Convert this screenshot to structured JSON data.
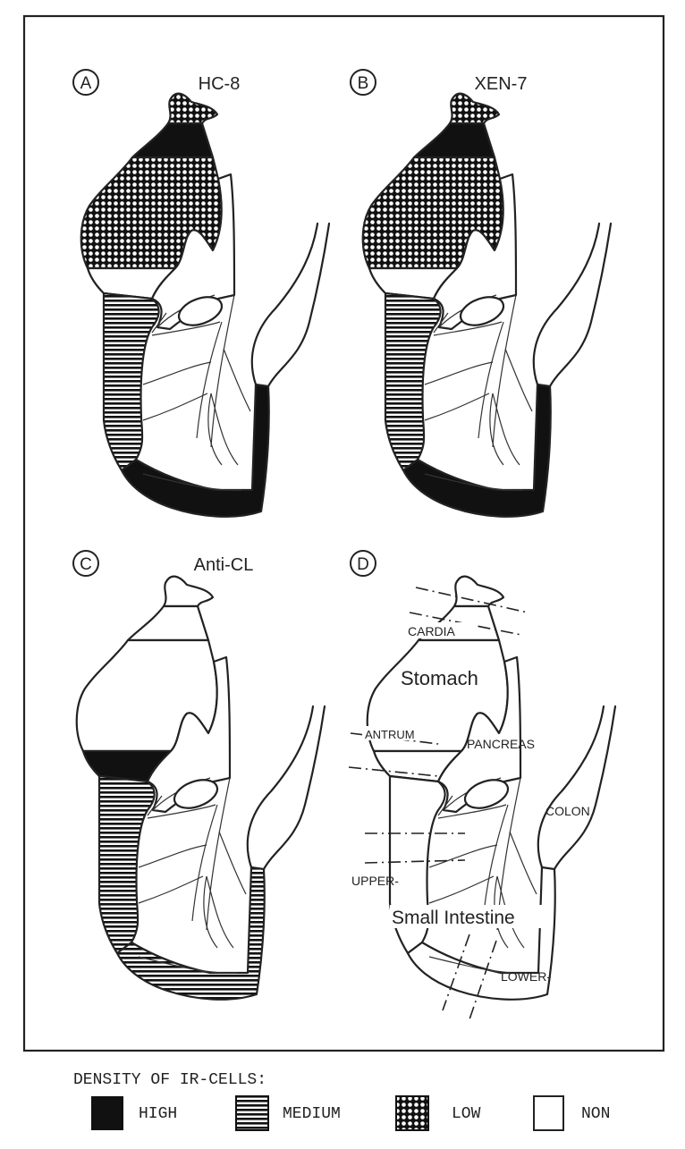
{
  "panels": [
    {
      "letter": "A",
      "title": "HC-8",
      "density": {
        "cardia": "low",
        "fundus_top": "high",
        "fundus": "low",
        "antrum": "non",
        "upper": "medium",
        "lower": "high"
      }
    },
    {
      "letter": "B",
      "title": "XEN-7",
      "density": {
        "cardia": "low",
        "fundus_top": "high",
        "fundus": "low",
        "antrum": "non",
        "upper": "medium",
        "lower": "high"
      }
    },
    {
      "letter": "C",
      "title": "Anti-CL",
      "density": {
        "cardia": "non",
        "fundus_top": "non",
        "fundus": "non",
        "antrum": "high",
        "upper": "medium",
        "lower": "medium"
      }
    },
    {
      "letter": "D",
      "title": ""
    }
  ],
  "anatomy_labels": {
    "cardia": "CARDIA",
    "stomach": "Stomach",
    "antrum": "ANTRUM",
    "pancreas": "PANCREAS",
    "colon": "COLON",
    "upper": "UPPER-",
    "small_intestine": "Small Intestine",
    "lower": "LOWER-"
  },
  "legend": {
    "title": "DENSITY OF IR-CELLS:",
    "items": [
      {
        "key": "high",
        "label": "HIGH"
      },
      {
        "key": "medium",
        "label": "MEDIUM"
      },
      {
        "key": "low",
        "label": "LOW"
      },
      {
        "key": "non",
        "label": "NON"
      }
    ]
  },
  "colors": {
    "ink": "#111111",
    "paper": "#ffffff"
  }
}
